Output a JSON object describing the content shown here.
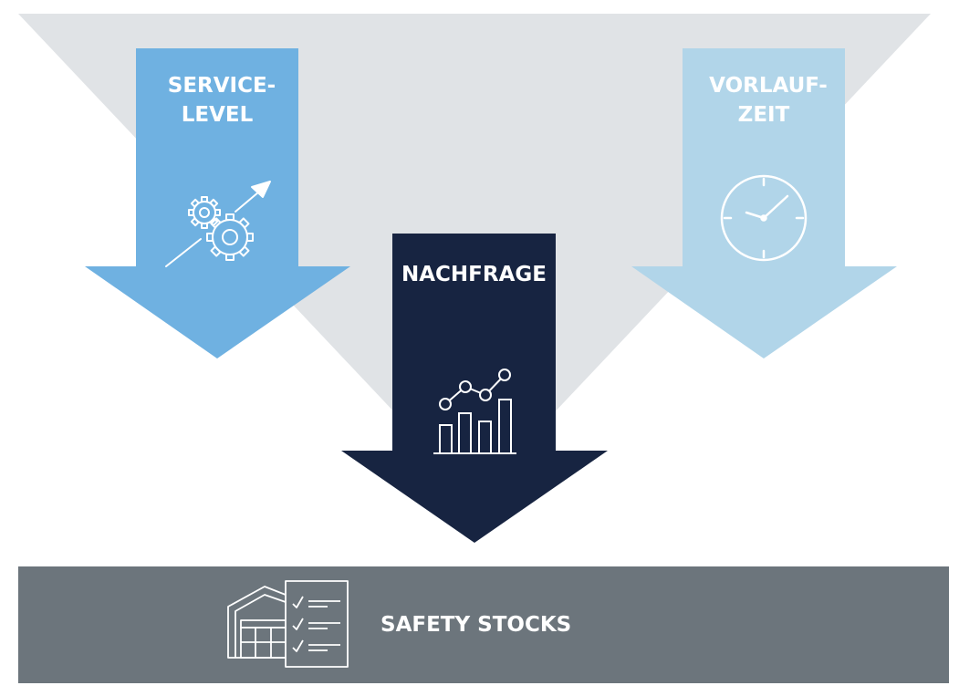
{
  "colors": {
    "funnel": "#e0e3e6",
    "service_arrow": "#6fb1e1",
    "lead_time_arrow": "#b1d5e9",
    "demand_arrow": "#172441",
    "bottom_bar": "#6c757c",
    "icon_stroke": "#ffffff"
  },
  "arrows": {
    "service_level": {
      "line1": "SERVICE-",
      "line2": "LEVEL",
      "icon": "gears-arrow-icon"
    },
    "demand": {
      "label": "NACHFRAGE",
      "icon": "bar-line-chart-icon"
    },
    "lead_time": {
      "line1": "VORLAUF-",
      "line2": "ZEIT",
      "icon": "clock-icon"
    }
  },
  "bottom_bar": {
    "label": "SAFETY STOCKS",
    "icon": "warehouse-checklist-icon"
  }
}
